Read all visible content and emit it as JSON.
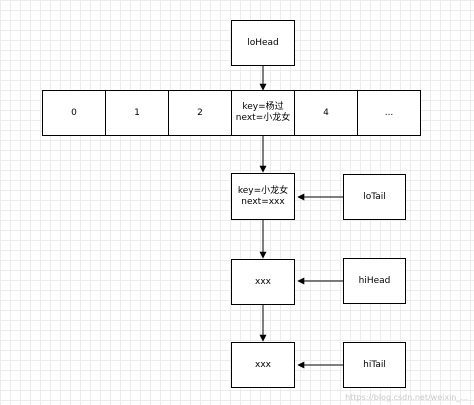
{
  "nodes": {
    "lohead": "loHead",
    "table": [
      "0",
      "1",
      "2",
      "key=杨过\nnext=小龙女",
      "4",
      "..."
    ],
    "node1": "key=小龙女\nnext=xxx",
    "node2": "xxx",
    "node3": "xxx",
    "lotail": "loTail",
    "hihead": "hiHead",
    "hitail": "hiTail"
  },
  "watermark": "https://blog.csdn.net/weixin_..."
}
